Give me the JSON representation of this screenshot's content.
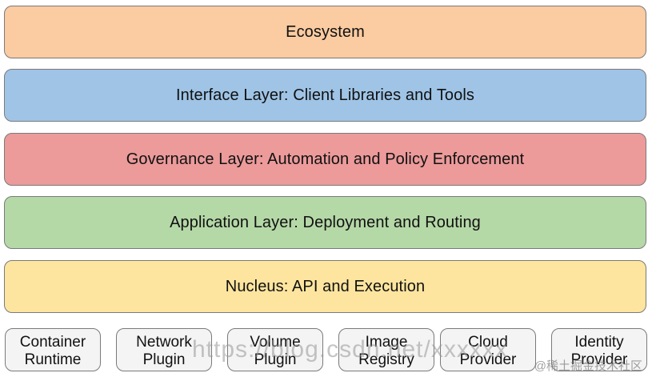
{
  "layers": [
    {
      "label": "Ecosystem",
      "color": "#fbcba1"
    },
    {
      "label": "Interface Layer: Client Libraries and Tools",
      "color": "#9fc4e6"
    },
    {
      "label": "Governance Layer: Automation and Policy Enforcement",
      "color": "#ec9a9a"
    },
    {
      "label": "Application Layer: Deployment and Routing",
      "color": "#b5d8a7"
    },
    {
      "label": "Nucleus: API and Execution",
      "color": "#fde59f"
    }
  ],
  "plugins": [
    {
      "label": "Container\nRuntime"
    },
    {
      "label": "Network\nPlugin"
    },
    {
      "label": "Volume\nPlugin"
    },
    {
      "label": "Image\nRegistry"
    },
    {
      "label": "Cloud\nProvider"
    },
    {
      "label": "Identity\nProvider"
    }
  ],
  "watermark": {
    "url": "https://blog.csdn.net/xxxxxx",
    "badge": "@稀土掘金技术社区"
  }
}
